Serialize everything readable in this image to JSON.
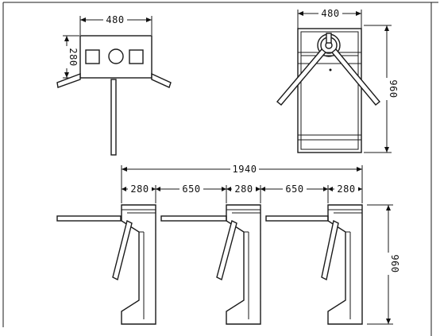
{
  "top_view": {
    "width_label": "480",
    "depth_label": "280"
  },
  "front_view": {
    "width_label": "480",
    "height_label": "960"
  },
  "side_view": {
    "total_label": "1940",
    "segments": [
      "280",
      "650",
      "280",
      "650",
      "280"
    ],
    "height_label": "960"
  }
}
